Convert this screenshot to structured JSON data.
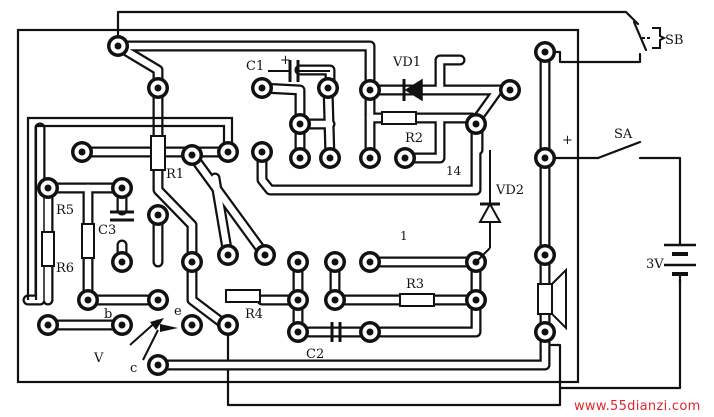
{
  "labels": {
    "sb": "SB",
    "sa": "SA",
    "c1": "C1",
    "c1_plus": "+",
    "vd1": "VD1",
    "r1": "R1",
    "r2": "R2",
    "r3": "R3",
    "r4": "R4",
    "r5": "R5",
    "r6": "R6",
    "c2": "C2",
    "c3": "C3",
    "vd2": "VD2",
    "pin14": "14",
    "pin1": "1",
    "plus": "+",
    "battery": "3V",
    "node_b": "b",
    "node_e": "e",
    "node_c": "c",
    "transistor": "V"
  },
  "watermark": "www.55dianzi.com"
}
